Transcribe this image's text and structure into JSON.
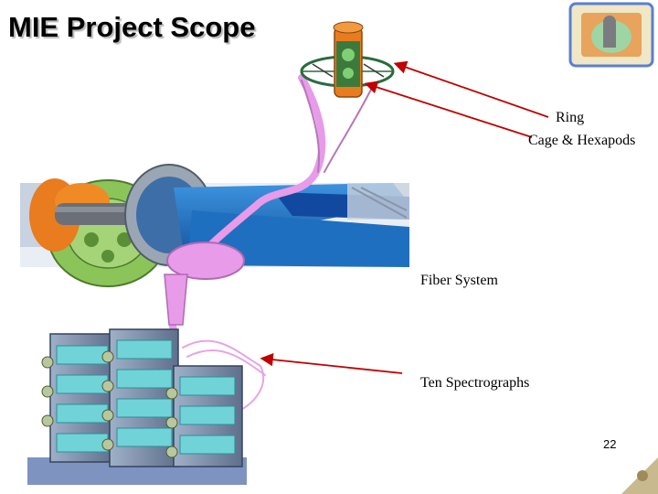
{
  "slide": {
    "title": "MIE Project Scope",
    "labels": {
      "ring": "Ring",
      "cage": "Cage & Hexapods",
      "fiber": "Fiber System",
      "spectrographs": "Ten Spectrographs"
    },
    "page_number": "22"
  },
  "colors": {
    "arrow": "#c00000",
    "fiber": "#e79be9",
    "telescope_blue": "#1e73c4",
    "wheel_green": "#8bc55a",
    "cage_orange": "#e87c1e",
    "spectrograph_cyan": "#6fd3d8"
  }
}
